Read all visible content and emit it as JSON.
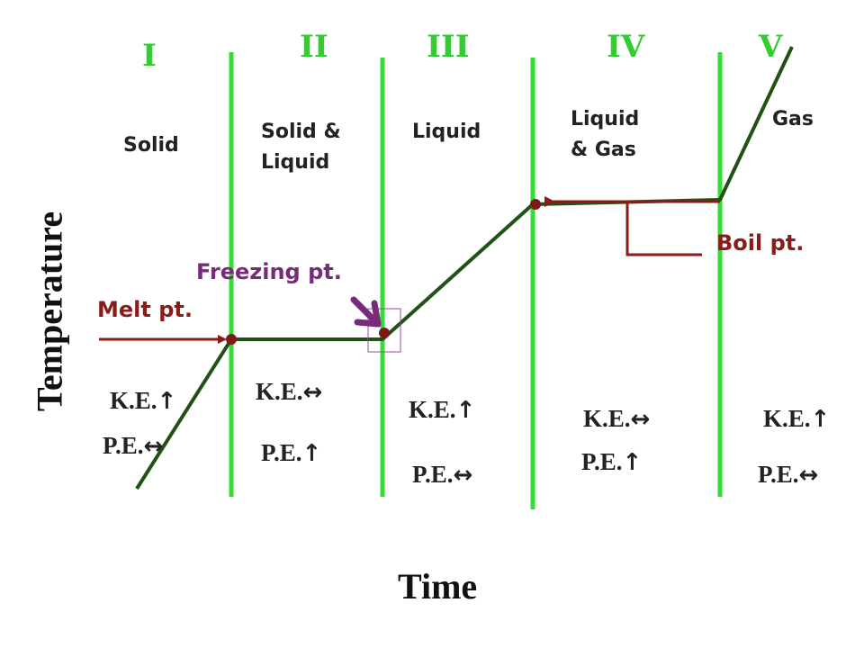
{
  "colors": {
    "divider": "#33dd33",
    "curve": "#1f5214",
    "melt": "#8b1a1a",
    "freeze": "#7a2a7a",
    "boil": "#8b1a1a",
    "text": "#222222"
  },
  "regions": [
    {
      "numeral": "I",
      "phase_lines": [
        "Solid"
      ],
      "ke": "K.E.",
      "ke_arrow": "↑",
      "pe": "P.E.",
      "pe_arrow": "↔"
    },
    {
      "numeral": "II",
      "phase_lines": [
        "Solid &",
        "Liquid"
      ],
      "ke": "K.E.",
      "ke_arrow": "↔",
      "pe": "P.E.",
      "pe_arrow": "↑"
    },
    {
      "numeral": "III",
      "phase_lines": [
        "Liquid"
      ],
      "ke": "K.E.",
      "ke_arrow": "↑",
      "pe": "P.E.",
      "pe_arrow": "↔"
    },
    {
      "numeral": "IV",
      "phase_lines": [
        "Liquid",
        "& Gas"
      ],
      "ke": "K.E.",
      "ke_arrow": "↔",
      "pe": "P.E.",
      "pe_arrow": "↑"
    },
    {
      "numeral": "V",
      "phase_lines": [
        "Gas"
      ],
      "ke": "K.E.",
      "ke_arrow": "↑",
      "pe": "P.E.",
      "pe_arrow": "↔"
    }
  ],
  "labels": {
    "melt": "Melt pt.",
    "freezing": "Freezing pt.",
    "boil": "Boil pt."
  },
  "axes": {
    "x_label": "Time",
    "y_label": "Temperature"
  }
}
